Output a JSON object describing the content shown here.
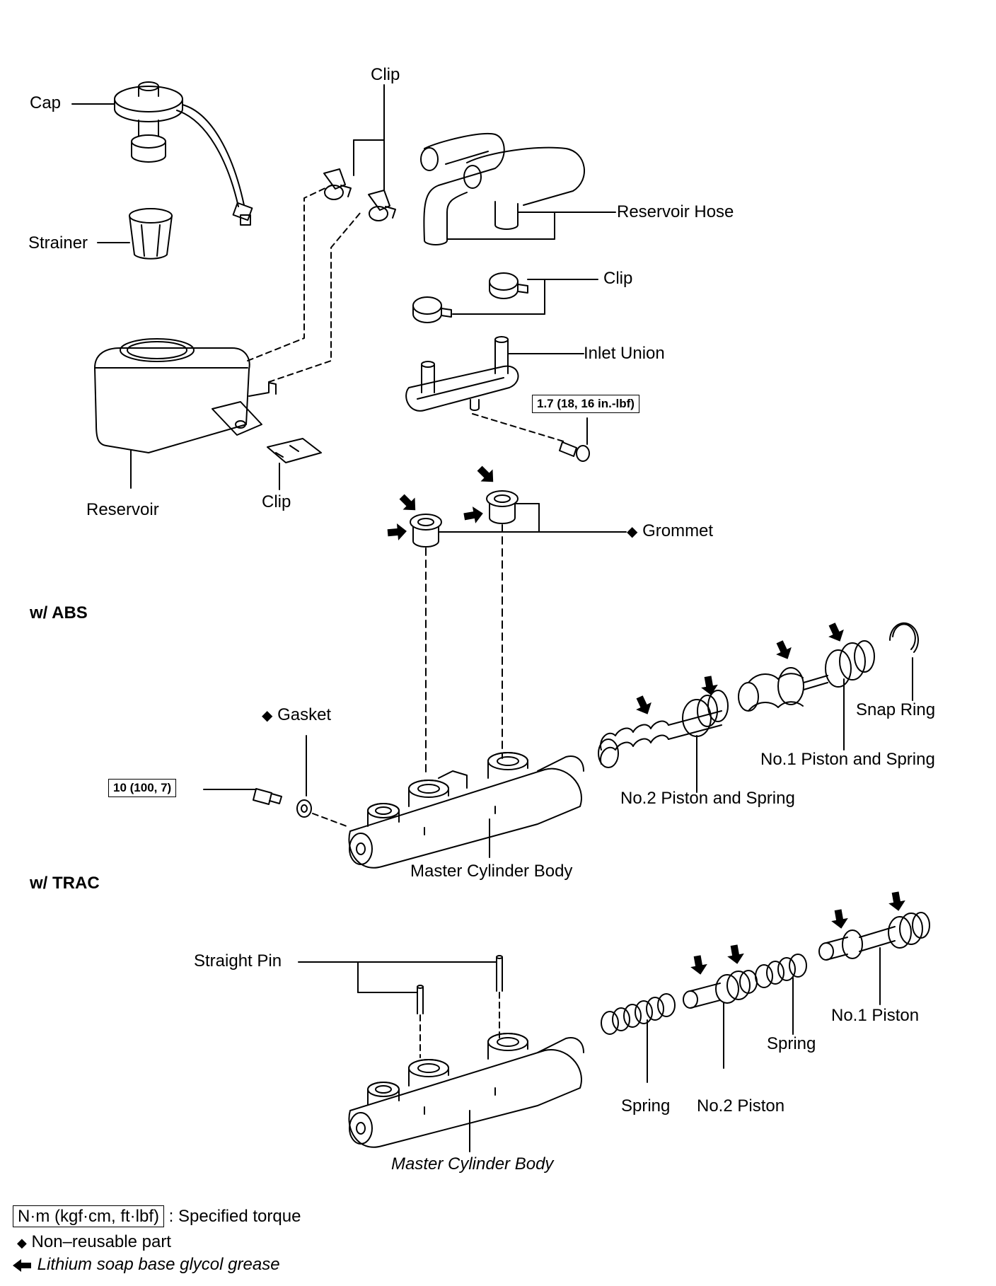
{
  "labels": {
    "cap": "Cap",
    "clip_top": "Clip",
    "strainer": "Strainer",
    "reservoir_hose": "Reservoir Hose",
    "clip_right": "Clip",
    "inlet_union": "Inlet Union",
    "reservoir": "Reservoir",
    "clip_reservoir": "Clip",
    "grommet": "Grommet",
    "gasket": "Gasket",
    "snap_ring": "Snap Ring",
    "no1_piston_spring": "No.1 Piston and Spring",
    "no2_piston_spring": "No.2 Piston and Spring",
    "master_body_abs": "Master Cylinder Body",
    "straight_pin": "Straight Pin",
    "no1_piston": "No.1 Piston",
    "spring_right": "Spring",
    "spring_left": "Spring",
    "no2_piston": "No.2 Piston",
    "master_body_trac": "Master Cylinder Body"
  },
  "sections": {
    "abs": "w/  ABS",
    "trac": "w/  TRAC"
  },
  "torques": {
    "inlet_union_bolt": "1.7 (18, 16 in.-lbf)",
    "gasket_bolt": "10 (100, 7)"
  },
  "legend": {
    "torque_box": "N·m (kgf·cm, ft·lbf)",
    "torque_text": ": Specified torque",
    "nonreusable": "Non–reusable part",
    "grease": "Lithium soap base glycol grease"
  },
  "symbols": {
    "nonreusable_mark": "◆",
    "grease_mark": "arrow-icon"
  }
}
